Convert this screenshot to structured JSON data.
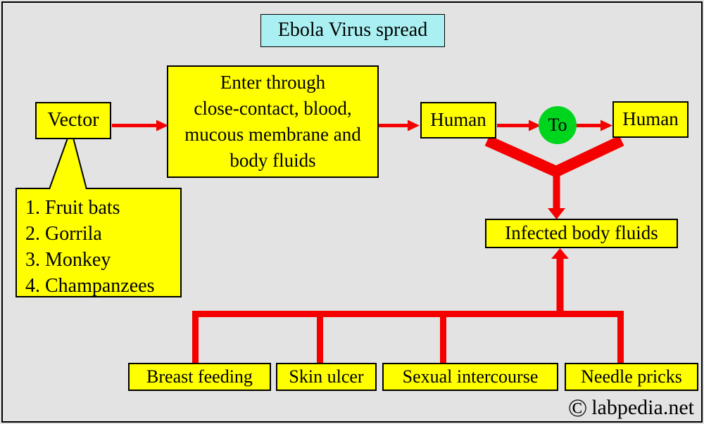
{
  "title": "Ebola Virus spread",
  "nodes": {
    "vector": "Vector",
    "entry": "Enter through\nclose-contact, blood,\nmucous membrane and\nbody fluids",
    "human_left": "Human",
    "to_connector": "To",
    "human_right": "Human",
    "infected": "Infected body fluids",
    "transmission": [
      "Breast feeding",
      "Skin ulcer",
      "Sexual intercourse",
      "Needle pricks"
    ]
  },
  "vector_sources": [
    "1. Fruit bats",
    "2. Gorrila",
    "3. Monkey",
    "4. Champanzees"
  ],
  "footer": {
    "copyright": "©",
    "site": "labpedia.net"
  },
  "colors": {
    "background": "#e3e3e3",
    "box_fill": "#ffff00",
    "title_fill": "#aaf0f2",
    "connector": "#f50000",
    "to_fill": "#00d51d",
    "border": "#000000",
    "text": "#000000"
  }
}
